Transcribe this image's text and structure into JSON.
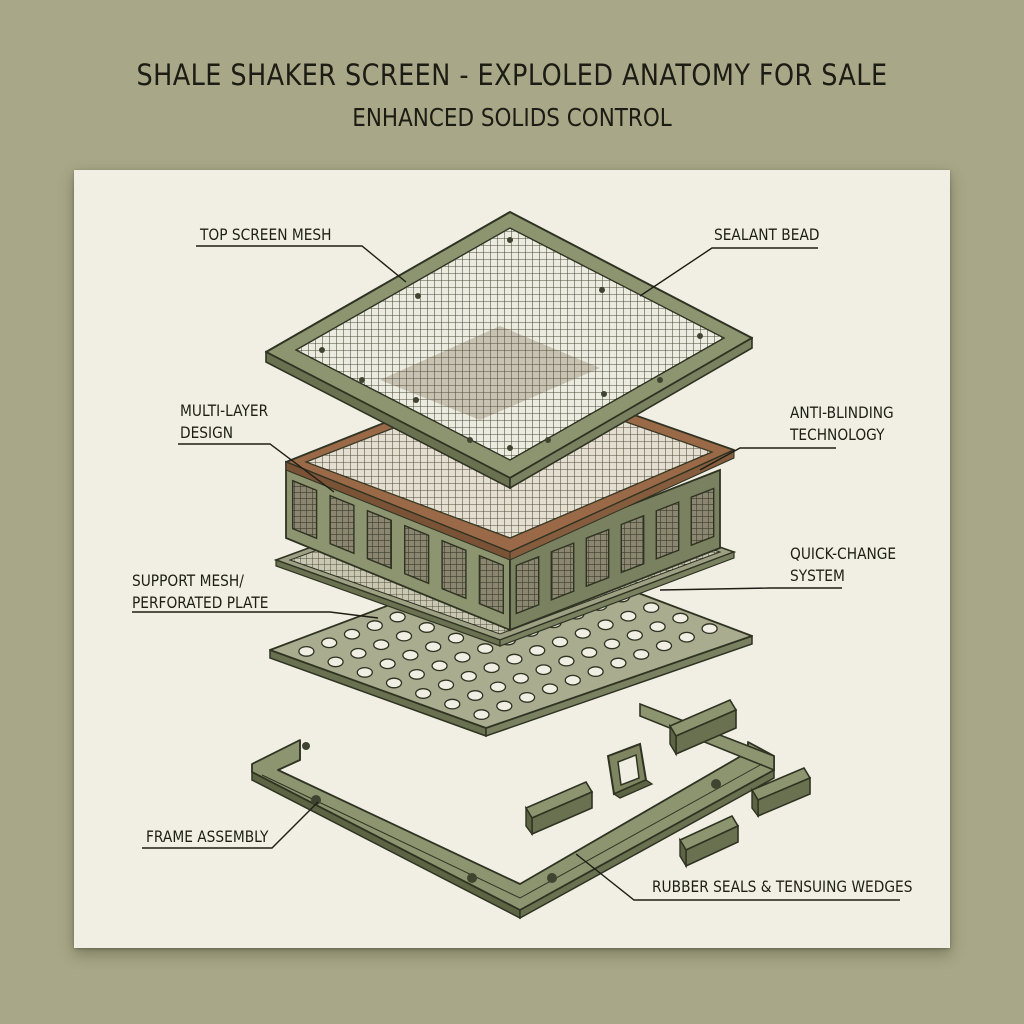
{
  "header": {
    "title": "SHALE SHAKER SCREEN - EXPLOLED ANATOMY FOR SALE",
    "subtitle": "ENHANCED SOLIDS CONTROL"
  },
  "labels": {
    "top_screen_mesh": "TOP SCREEN MESH",
    "sealant_bead": "SEALANT BEAD",
    "multi_layer_design": "MULTI-LAYER\nDESIGN",
    "anti_blinding": "ANTI-BLINDING\nTECHNOLOGY",
    "quick_change": "QUICK-CHANGE\nSYSTEM",
    "support_mesh": "SUPPORT MESH/\nPERFORATED PLATE",
    "frame_assembly": "FRAME ASSEMBLY",
    "rubber_seals": "RUBBER SEALS & TENSUING WEDGES"
  },
  "colors": {
    "background": "#a8a888",
    "paper": "#f1efe3",
    "frame_green": "#7e8560",
    "frame_dark": "#5d6444",
    "seal_brown": "#9a6a48",
    "mesh_line": "#4a4c3a"
  }
}
